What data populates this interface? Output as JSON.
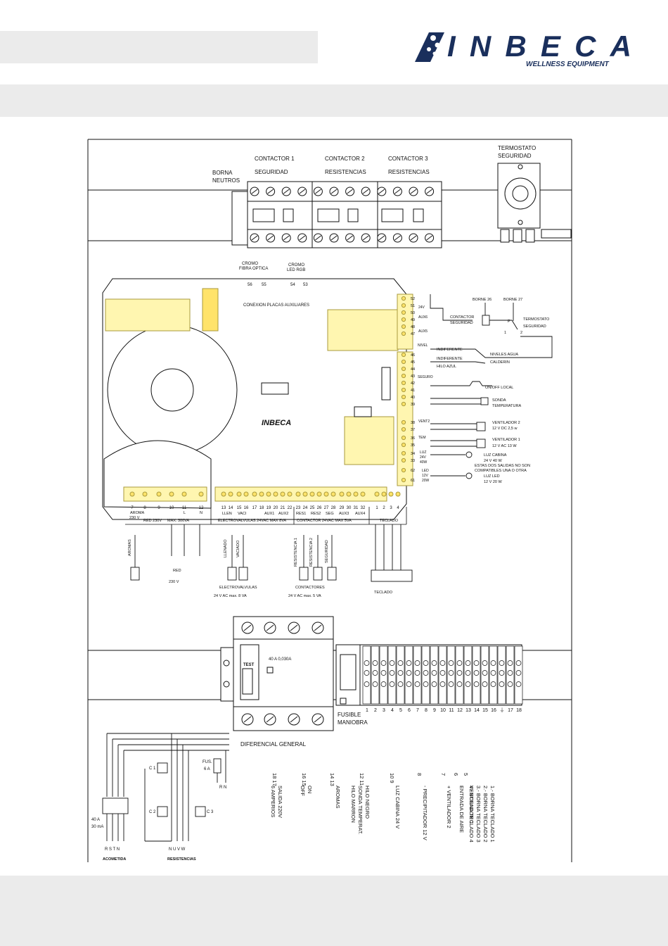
{
  "header": {
    "brand": "INBECA",
    "tagline": "WELLNESS EQUIPMENT",
    "brand_color": "#1a2f5c",
    "accent_color": "#d9262c"
  },
  "contactors": {
    "c1_line1": "CONTACTOR 1",
    "c1_line2": "SEGURIDAD",
    "c2_line1": "CONTACTOR 2",
    "c2_line2": "RESISTENCIAS",
    "c3_line1": "CONTACTOR 3",
    "c3_line2": "RESISTENCIAS",
    "borna_line1": "BORNA",
    "borna_line2": "NEUTROS",
    "thermo_line1": "TERMOSTATO",
    "thermo_line2": "SEGURIDAD"
  },
  "board": {
    "cromo_fibra_1": "CROMO",
    "cromo_fibra_2": "FIBRA OPTICA",
    "cromo_led_1": "CROMO",
    "cromo_led_2": "LED RGB",
    "aux_pins": [
      "56",
      "55",
      "54",
      "53"
    ],
    "aux_label": "CONEXION PLACAS AUXILIARES",
    "bottom_pins": [
      "7",
      "8",
      "9",
      "10",
      "11",
      "12",
      "13",
      "14",
      "15",
      "16",
      "17",
      "18",
      "19",
      "20",
      "21",
      "22",
      "23",
      "24",
      "25",
      "26",
      "27",
      "28",
      "29",
      "30",
      "31",
      "32",
      "1",
      "2",
      "3",
      "4"
    ],
    "group_labels": [
      "AROMA",
      "230 V",
      "RED 230V",
      "MAX. 300VA",
      "L",
      "N",
      "LLEN",
      "VACI",
      "AUX1",
      "AUX2",
      "RES1",
      "RES2",
      "SEG",
      "AUX3",
      "AUX4"
    ],
    "section_labels": [
      "ELECTROVALVULAS 24VAC   MAX 8VA",
      "CONTACTOR 24VAC   MAX 5VA",
      "TECLADO"
    ],
    "right_pins": [
      "52",
      "51",
      "50",
      "49",
      "48",
      "47",
      "46",
      "45",
      "44",
      "43",
      "42",
      "41",
      "40",
      "39",
      "38",
      "37",
      "36",
      "35",
      "34",
      "33",
      "62",
      "61"
    ]
  },
  "right_labels": {
    "v24": "24V",
    "aux6": "AUX6",
    "aux5": "AUX5",
    "nivel": "NIVEL",
    "seguro": "SEGURO",
    "ventil2": "VENT2",
    "ventil1": "TEM",
    "luz": "LUZ",
    "luz_v": "24V",
    "luz_w": "40W",
    "led": "LED",
    "led_v": "12V",
    "led_w": "20W",
    "borne26": "BORNE 26",
    "borne27": "BORNE 27",
    "contactor_seg_1": "CONTACTOR",
    "contactor_seg_2": "SEGURIDAD",
    "p": "P",
    "n1": "1",
    "n2": "2",
    "thermo_seg_1": "TERMOSTATO",
    "thermo_seg_2": "SEGURIDAD",
    "indif1": "INDIFERENTE",
    "indif2": "INDIFERENTE",
    "hilo_azul": "HILO AZUL",
    "niveles_1": "NIVELES AGUA",
    "niveles_2": "CALDERIN",
    "onoff": "ON/OFF LOCAL",
    "sonda_1": "SONDA",
    "sonda_2": "TEMPERATURA",
    "vent2_1": "VENTILADOR 2",
    "vent2_2": "12 V DC 2,5 w",
    "vent1_1": "VENTILADOR 1",
    "vent1_2": "12 V AC 13 W",
    "luzcab_1": "LUZ CABINA",
    "luzcab_2": "24 V 40 W",
    "compat_1": "ESTAS DOS SALIDAS NO SON",
    "compat_2": "COMPATIBLES UNA O OTRA",
    "luzled_1": "LUZ LED",
    "luzled_2": "12 V 20 W"
  },
  "lower_outputs": {
    "aromas": "AROMAS",
    "red": "RED",
    "red_v": "230 V",
    "llenado": "LLENADO",
    "vaciado": "VACIADO",
    "electrovalvulas": "ELECTROVALVULAS",
    "ev_spec": "24 V AC max. 8 VA",
    "res1": "RESISTENCIA 1",
    "res2": "RESISTENCIA 2",
    "seguridad": "SEGURIDAD",
    "contactores": "CONTACTORES",
    "ct_spec": "24 V AC max. 5 VA",
    "teclado": "TECLADO"
  },
  "rail2": {
    "test": "TEST",
    "rating": "40   A   0,030A",
    "fusible_1": "FUSIBLE",
    "fusible_2": "MANIOBRA",
    "terminal_numbers": [
      "1",
      "2",
      "3",
      "4",
      "5",
      "6",
      "7",
      "8",
      "9",
      "10",
      "11",
      "12",
      "13",
      "14",
      "15",
      "16",
      "⏚",
      "17",
      "18"
    ]
  },
  "schematic": {
    "diferencial": "DIFERENCIAL GENERAL",
    "c1": "C 1",
    "c2": "C 2",
    "c3": "C 3",
    "fus_1": "FUS.",
    "fus_2": "6 A",
    "rn": "R  N",
    "breaker_1": "40 A",
    "breaker_2": "30 mA",
    "rstn": "R  S  T  N",
    "nuvw": "N  U  V  W",
    "acometida": "ACOMETIDA",
    "resistencias": "RESISTENCIAS"
  },
  "legend": [
    {
      "nums": "18  17",
      "text": "SALIDA 220V",
      "text2": "6 AMPERIOS"
    },
    {
      "nums": "16  15",
      "text": "ON",
      "text2": "OFF"
    },
    {
      "nums": "14  13",
      "text": "AROMAS",
      "text2": ""
    },
    {
      "nums": "12  11",
      "text": "HILO NEGRO",
      "text2": "SONDA TEMPERAT.",
      "text3": "HILO MARRON"
    },
    {
      "nums": "10  9",
      "text": "LUZ CABINA 24 V",
      "text2": ""
    },
    {
      "nums": "8",
      "text": "- PRECIPITADOR 12 V",
      "text2": ""
    },
    {
      "nums": "7",
      "text": "+ VENTILADOR 2",
      "text2": ""
    },
    {
      "nums": "6",
      "text": "ENTRADA DE AIRE",
      "text2": ""
    },
    {
      "nums": "5",
      "text": "VENTILADOR 1",
      "text2": ""
    },
    {
      "nums": "",
      "text": "1.- BORNA TECLADO 1",
      "text2": "2.- BORNA TECLADO 2",
      "text3": "3.- BORNA TECLADO 3",
      "text4": "4.- BORNA TECLADO 4"
    }
  ]
}
